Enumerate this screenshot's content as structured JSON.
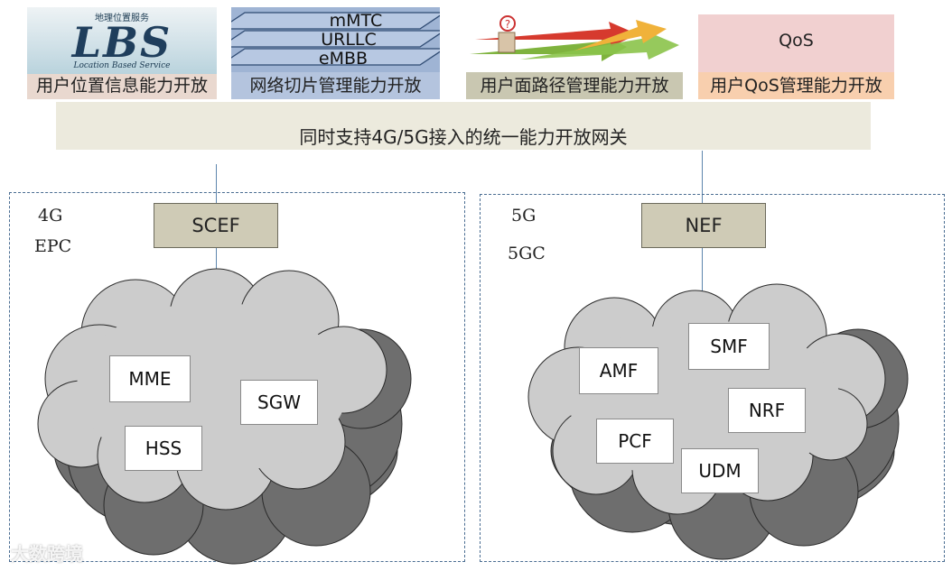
{
  "capabilities": {
    "lbs": {
      "logo_top": "地理位置服务",
      "logo_main": "LBS",
      "logo_sub": "Location Based Service",
      "label": "用户位置信息能力开放"
    },
    "slicing": {
      "layers": [
        "mMTC",
        "URLLC",
        "eMBB"
      ],
      "label": "网络切片管理能力开放"
    },
    "path": {
      "label": "用户面路径管理能力开放"
    },
    "qos": {
      "top": "QoS",
      "label": "用户QoS管理能力开放"
    }
  },
  "gateway": {
    "label": "同时支持4G/5G接入的统一能力开放网关"
  },
  "epc": {
    "line1": "4G",
    "line2": "EPC",
    "exposure_function": "SCEF",
    "network_functions": {
      "mme": "MME",
      "hss": "HSS",
      "sgw": "SGW"
    }
  },
  "fivegc": {
    "line1": "5G",
    "line2": "5GC",
    "exposure_function": "NEF",
    "network_functions": {
      "amf": "AMF",
      "smf": "SMF",
      "nrf": "NRF",
      "pcf": "PCF",
      "udm": "UDM"
    }
  },
  "watermark": "大数跨境",
  "colors": {
    "gateway_bg": "#eceadd",
    "function_box": "#cfcbb6",
    "cloud_front": "#cccccc",
    "cloud_back": "#6e6e6e",
    "dashed_border": "#4a6d92"
  }
}
